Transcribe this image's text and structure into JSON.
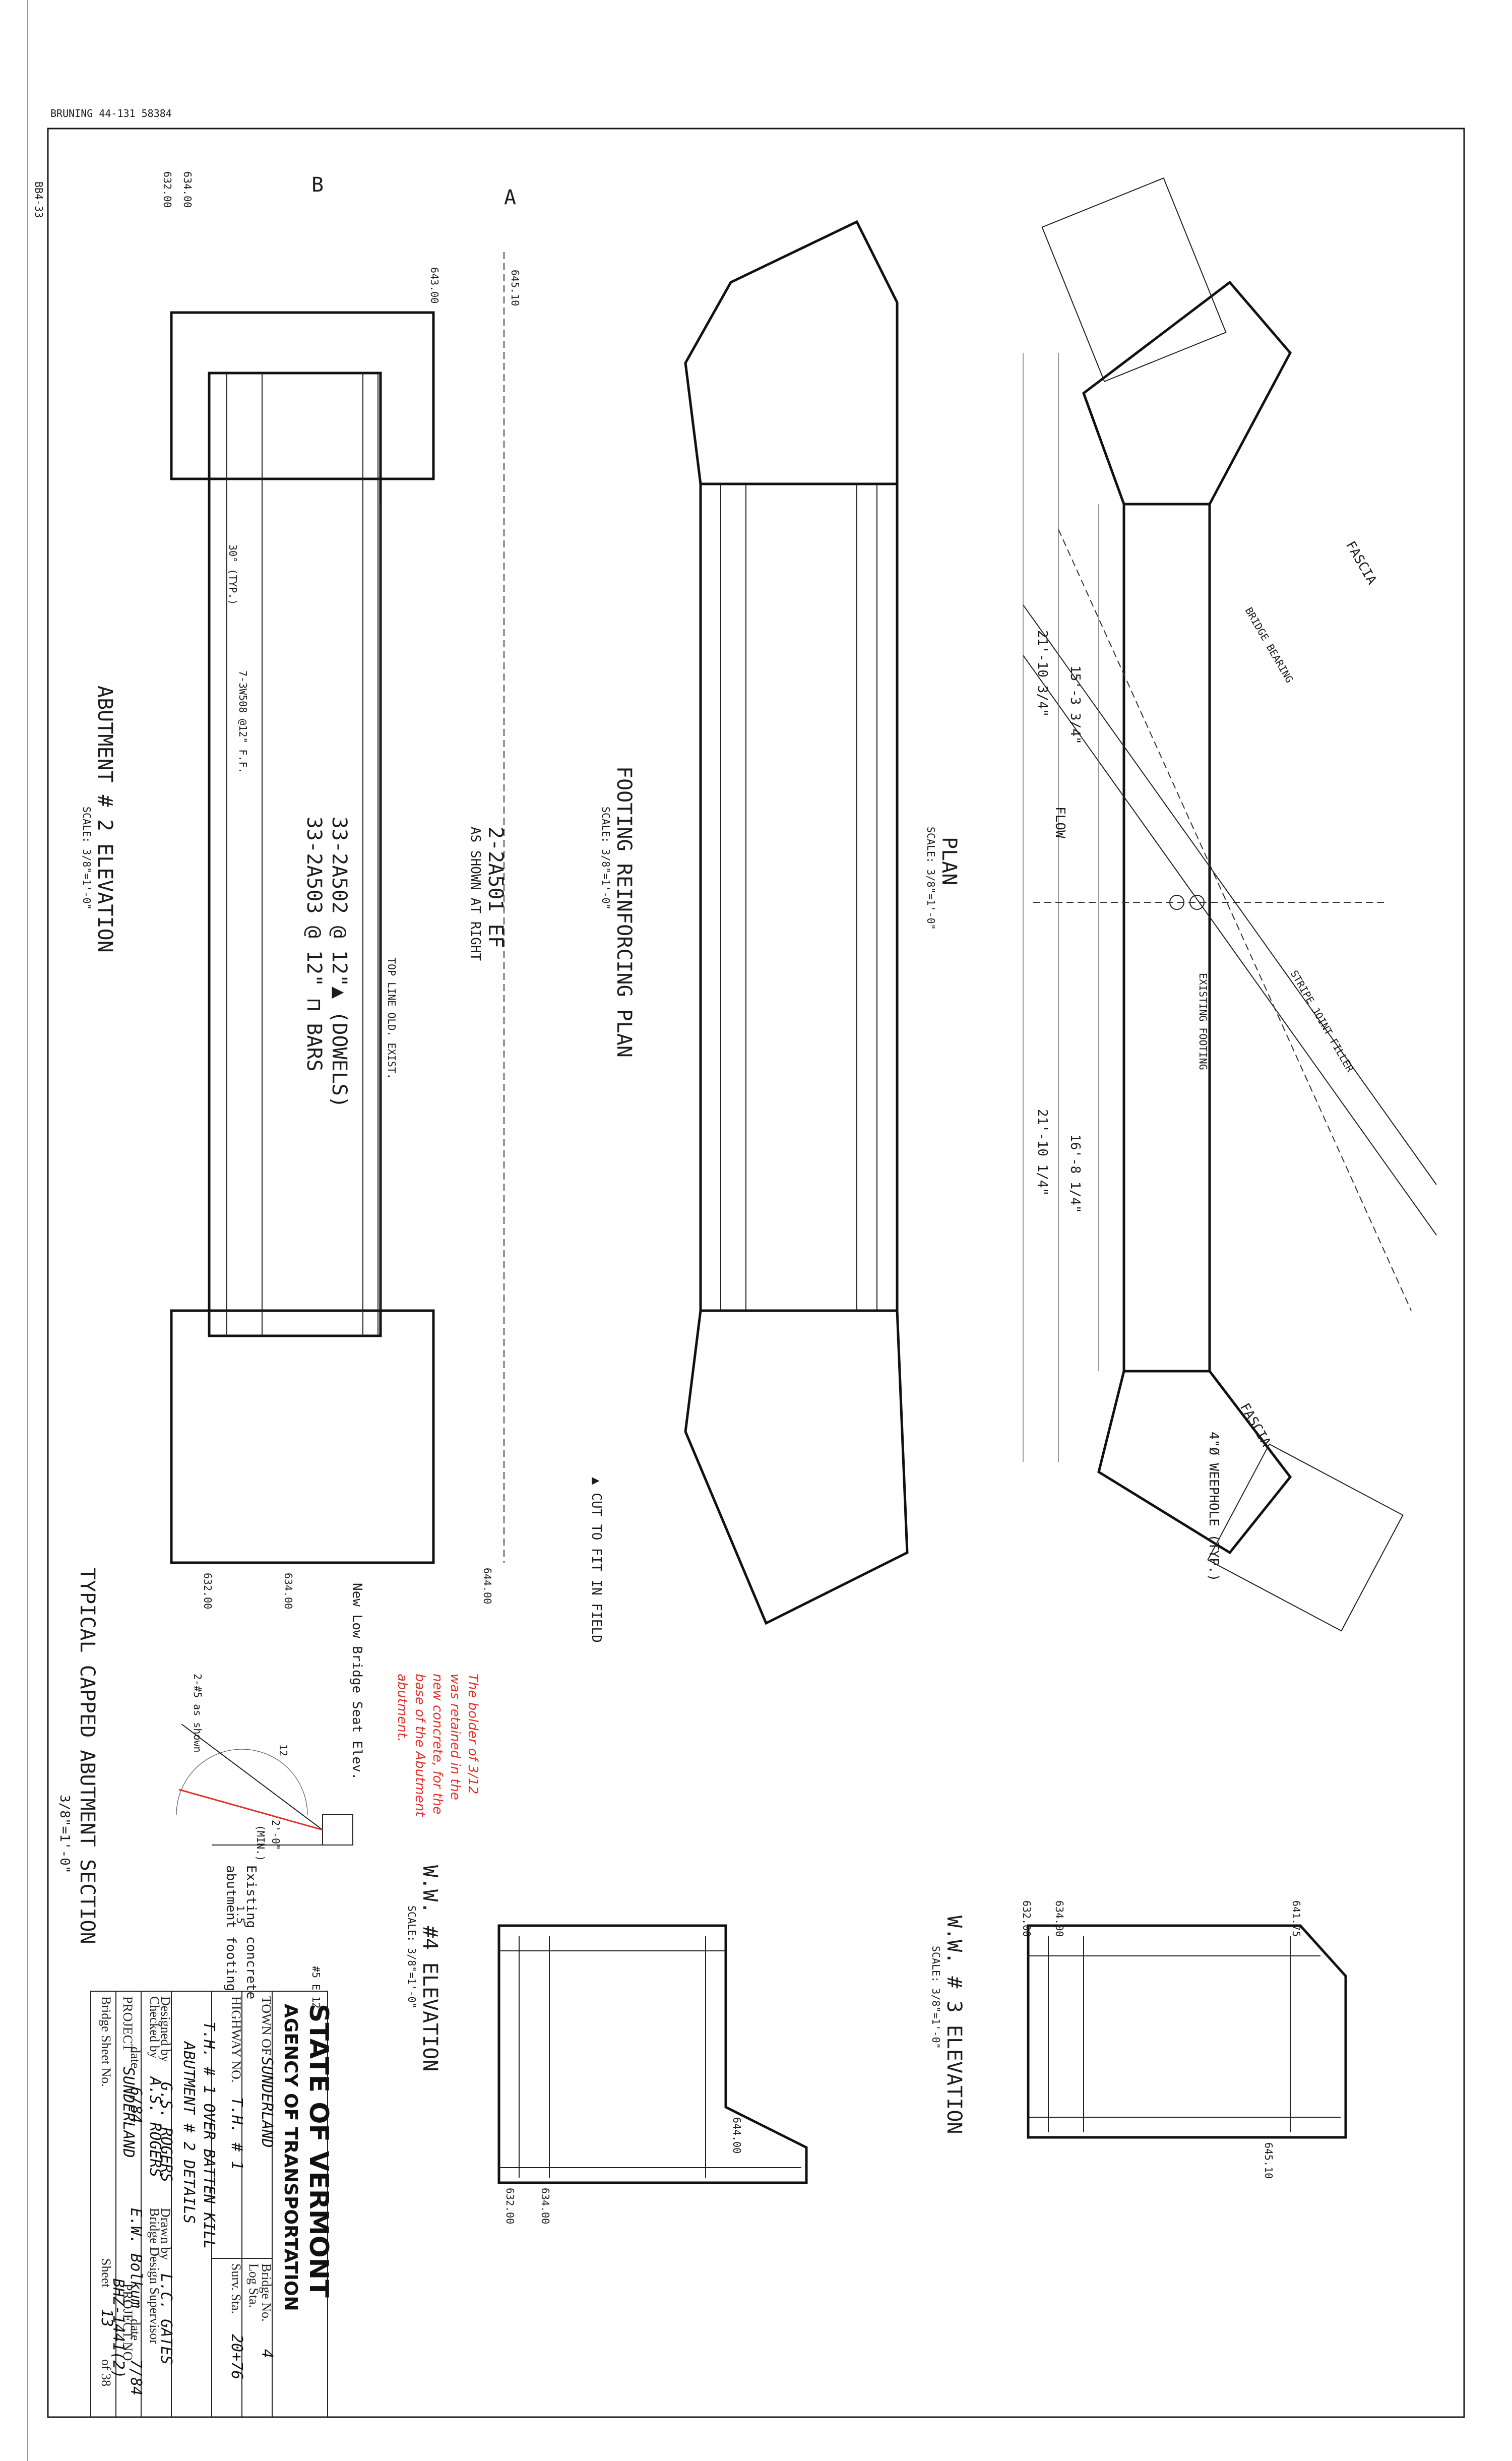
{
  "header": {
    "paper_mark": "BRUNING 44-131 58384",
    "edge_mark": "BB4-33"
  },
  "views": {
    "plan_title": "PLAN",
    "plan_scale": "SCALE: 3/8\"=1'-0\"",
    "footing_title": "FOOTING REINFORCING PLAN",
    "footing_scale": "SCALE: 3/8\"=1'-0\"",
    "abutment_title": "ABUTMENT # 2 ELEVATION",
    "abutment_scale": "SCALE: 3/8\"=1'-0\"",
    "ww3_title": "W.W. # 3 ELEVATION",
    "ww3_scale": "SCALE: 3/8\"=1'-0\"",
    "ww4_title": "W.W. #4 ELEVATION",
    "ww4_scale": "SCALE: 3/8\"=1'-0\"",
    "capped_title": "TYPICAL CAPPED ABUTMENT SECTION",
    "capped_scale": "3/8\"=1'-0\""
  },
  "plan_notes": {
    "mark_a": "A",
    "mark_b": "B",
    "fascia": "FASCIA",
    "existing_footing": "EXISTING FOOTING",
    "weephole": "4\"Ø WEEPHOLE (TYP.)",
    "cut_to_fit": "▲ CUT TO FIT IN FIELD",
    "stripe_joint": "STRIPE JOINT FILLER",
    "bearing_e": "BRIDGE BEARING",
    "flow": "FLOW",
    "dim_total_1": "21'-10 3/4\"",
    "dim_total_2": "21'-10 1/4\"",
    "dim_mid_1": "15'-3 3/4\"",
    "dim_mid_2": "16'-8 1/4\""
  },
  "elevation_notes": {
    "elev_64510": "645.10",
    "elev_64300": "643.00",
    "elev_63400": "634.00",
    "elev_63200": "632.00",
    "elev_64175": "641.75",
    "elev_64400": "644.00",
    "bars_2a501": "2-2A501 EF",
    "bars_shown": "AS SHOWN AT RIGHT",
    "bars_2a502": "33-2A502 @ 12\"▲ (DOWELS)",
    "bars_2a503": "33-2A503 @ 12\" ⊓ BARS",
    "bars_3w508": "7-3W508 @12\" F.F.",
    "top_line": "TOP LINE OLD. EXIST.",
    "slope_note": "30° (TYP.)",
    "slope_12": "12",
    "slope_1": "1.5"
  },
  "redline": {
    "line1": "The bolder of 3/12",
    "line2": "was retained in the",
    "line3": "new concrete, for the",
    "line4": "base of the Abutment",
    "line5": "abutment."
  },
  "capped_notes": {
    "new_seat": "New Low Bridge Seat Elev.",
    "existing_concrete": "Existing concrete",
    "abutment_footing": "abutment footing",
    "bars_e12": "#5 E 12",
    "as_shown": "2-#5 as shown",
    "dim_2ft": "2'-0\"",
    "min": "(MIN.)"
  },
  "title_block": {
    "state": "STATE OF VERMONT",
    "agency": "AGENCY OF TRANSPORTATION",
    "town_label": "TOWN OF",
    "town_value": "SUNDERLAND",
    "bridge_no_label": "Bridge No.",
    "bridge_no_value": "4",
    "highway_label": "HIGHWAY NO.",
    "highway_value": "T.H. # 1",
    "log_label": "Log Sta.",
    "log_value": "",
    "surv_label": "Surv. Sta.",
    "surv_value": "20+76",
    "desc1": "T.H. # 1 OVER BATTEN KILL",
    "desc2": "ABUTMENT # 2 DETAILS",
    "designed_label": "Designed by",
    "designed_value": "G.S. ROGERS",
    "drawn_label": "Drawn by",
    "drawn_value": "L.C. GATES",
    "checked_label": "Checked by",
    "checked_value": "A.S. ROGERS",
    "supervisor_label": "Bridge Design Supervisor",
    "supervisor_value": "E.W. Bolkum",
    "date_label": "date",
    "date_checked": "6/84",
    "date_sup": "7/84",
    "project_label": "PROJECT",
    "project_value": "SUNDERLAND",
    "project_no_label": "PROJECT NO.",
    "project_no_value": "BHZ-1441(2)",
    "sheet_label": "Bridge Sheet No.",
    "sheet_word": "Sheet",
    "sheet_no": "13",
    "sheet_of": "of 38"
  }
}
